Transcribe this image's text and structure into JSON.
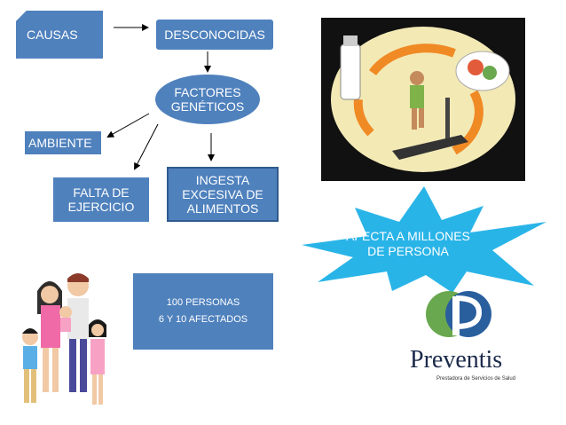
{
  "nodes": {
    "causas": "CAUSAS",
    "desconocidas": "DESCONOCIDAS",
    "factores": "FACTORES\nGENÉTICOS",
    "ambiente": "AMBIENTE",
    "falta": "FALTA DE\nEJERCICIO",
    "ingesta": "INGESTA\nEXCESIVA DE\nALIMENTOS",
    "personas_line1": "100 PERSONAS",
    "personas_line2": "6 Y 10 AFECTADOS",
    "star": "AFECTA A MILLONES\nDE PERSONA"
  },
  "logo": {
    "name": "Preventis",
    "subtitle": "Prestadora de Servicios de Salud"
  },
  "colors": {
    "box": "#4f81bd",
    "star": "#29b4e8",
    "logo_green": "#6aa84f",
    "logo_blue": "#2a5f9e"
  },
  "icons": {
    "photo": "treadmill-lifestyle-photo",
    "family": "family-illustration-icon",
    "logo": "preventis-logo-icon"
  }
}
